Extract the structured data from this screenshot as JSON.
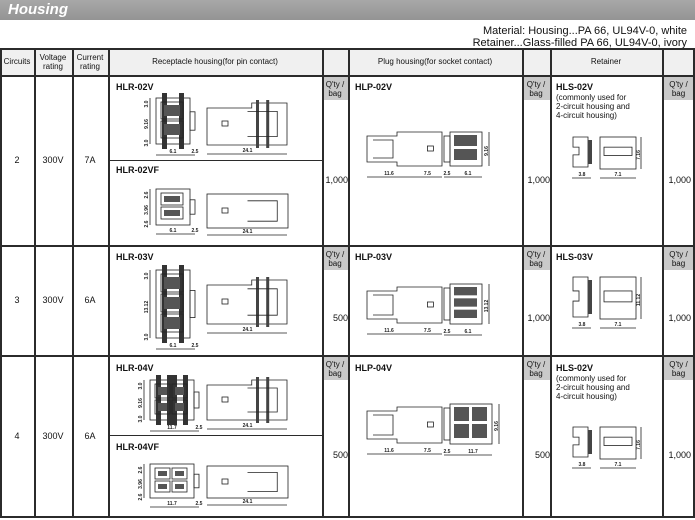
{
  "title": "Housing",
  "material": {
    "line1": "Material: Housing...PA 66, UL94V-0, white",
    "line2": "Retainer...Glass-filled PA 66, UL94V-0, ivory"
  },
  "headers": {
    "circuits": "Circuits",
    "voltage": "Voltage rating",
    "current": "Current rating",
    "receptacle": "Receptacle housing(for pin contact)",
    "plug": "Plug housing(for socket contact)",
    "retainer": "Retainer",
    "qty": "Q'ty / bag"
  },
  "rows": [
    {
      "circuits": "2",
      "voltage": "300V",
      "current": "7A",
      "receptacle": [
        {
          "part": "HLR-02V",
          "front_dims": [
            "3.0",
            "9.16",
            "3.0",
            "6.1",
            "2.5"
          ],
          "side_dims": [
            "24.1"
          ]
        },
        {
          "part": "HLR-02VF",
          "front_dims": [
            "2.6",
            "3.96",
            "2.6",
            "6.1",
            "2.5"
          ],
          "side_dims": [
            "24.1"
          ]
        }
      ],
      "receptacle_qty": "1,000",
      "plug": {
        "part": "HLP-02V",
        "side_dims": [
          "11.6",
          "7.5"
        ],
        "front_dims": [
          "9.16",
          "2.5",
          "6.1"
        ]
      },
      "plug_qty": "1,000",
      "retainer": {
        "part": "HLS-02V",
        "note": [
          "(commonly used for",
          "2-circuit housing and",
          "4-circuit housing)"
        ],
        "side_dims": [
          "3.8"
        ],
        "front_dims": [
          "7.1",
          "7.16"
        ]
      },
      "retainer_qty": "1,000"
    },
    {
      "circuits": "3",
      "voltage": "300V",
      "current": "6A",
      "receptacle": [
        {
          "part": "HLR-03V",
          "front_dims": [
            "3.0",
            "13.12",
            "3.0",
            "6.1",
            "2.5"
          ],
          "side_dims": [
            "24.1"
          ]
        }
      ],
      "receptacle_qty": "500",
      "plug": {
        "part": "HLP-03V",
        "side_dims": [
          "11.6",
          "7.5"
        ],
        "front_dims": [
          "13.12",
          "2.5",
          "6.1"
        ]
      },
      "plug_qty": "1,000",
      "retainer": {
        "part": "HLS-03V",
        "note": [],
        "side_dims": [
          "3.8"
        ],
        "front_dims": [
          "7.1",
          "11.12"
        ]
      },
      "retainer_qty": "1,000"
    },
    {
      "circuits": "4",
      "voltage": "300V",
      "current": "6A",
      "receptacle": [
        {
          "part": "HLR-04V",
          "front_dims": [
            "3.0",
            "9.16",
            "3.0",
            "11.7",
            "2.5"
          ],
          "side_dims": [
            "24.1"
          ]
        },
        {
          "part": "HLR-04VF",
          "front_dims": [
            "2.6",
            "3.96",
            "2.6",
            "11.7",
            "2.5"
          ],
          "side_dims": [
            "24.1"
          ]
        }
      ],
      "receptacle_qty": "500",
      "plug": {
        "part": "HLP-04V",
        "side_dims": [
          "11.6",
          "7.5"
        ],
        "front_dims": [
          "9.16",
          "2.5",
          "11.7"
        ]
      },
      "plug_qty": "500",
      "retainer": {
        "part": "HLS-02V",
        "note": [
          "(commonly used for",
          "2-circuit housing and",
          "4-circuit housing)"
        ],
        "side_dims": [
          "3.8"
        ],
        "front_dims": [
          "7.1",
          "7.16"
        ]
      },
      "retainer_qty": "1,000"
    }
  ]
}
